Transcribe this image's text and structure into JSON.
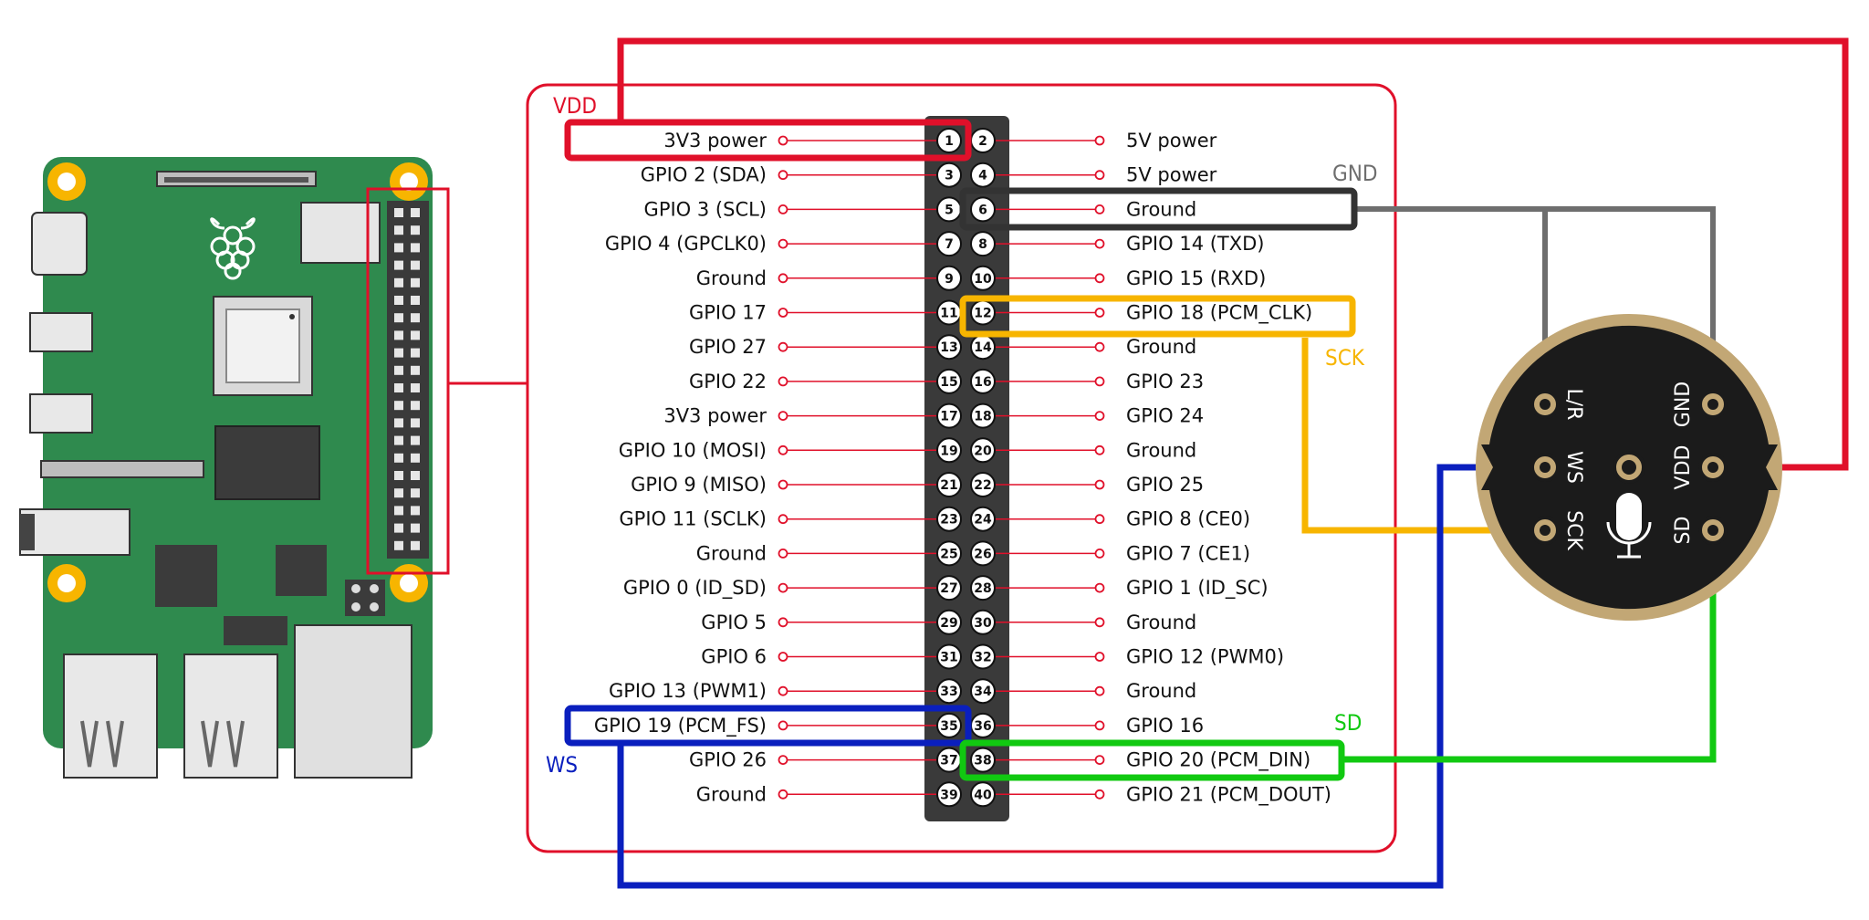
{
  "colors": {
    "vdd": "#e0102a",
    "gnd": "#333333",
    "gnd_wire": "#6e6e6e",
    "sck": "#f7b500",
    "ws": "#0a1fbe",
    "sd": "#11c911",
    "board": "#2f8a4e",
    "header": "#3a3a3a",
    "mic_ring": "#c2a775",
    "mic_body": "#1b1b1b"
  },
  "tags": {
    "vdd": "VDD",
    "gnd": "GND",
    "sck": "SCK",
    "ws": "WS",
    "sd": "SD"
  },
  "pins": [
    {
      "n": "1",
      "label": "3V3 power"
    },
    {
      "n": "2",
      "label": "5V power"
    },
    {
      "n": "3",
      "label": "GPIO 2 (SDA)"
    },
    {
      "n": "4",
      "label": "5V power"
    },
    {
      "n": "5",
      "label": "GPIO 3 (SCL)"
    },
    {
      "n": "6",
      "label": "Ground"
    },
    {
      "n": "7",
      "label": "GPIO 4 (GPCLK0)"
    },
    {
      "n": "8",
      "label": "GPIO 14 (TXD)"
    },
    {
      "n": "9",
      "label": "Ground"
    },
    {
      "n": "10",
      "label": "GPIO 15 (RXD)"
    },
    {
      "n": "11",
      "label": "GPIO 17"
    },
    {
      "n": "12",
      "label": "GPIO 18 (PCM_CLK)"
    },
    {
      "n": "13",
      "label": "GPIO 27"
    },
    {
      "n": "14",
      "label": "Ground"
    },
    {
      "n": "15",
      "label": "GPIO 22"
    },
    {
      "n": "16",
      "label": "GPIO 23"
    },
    {
      "n": "17",
      "label": "3V3 power"
    },
    {
      "n": "18",
      "label": "GPIO 24"
    },
    {
      "n": "19",
      "label": "GPIO 10 (MOSI)"
    },
    {
      "n": "20",
      "label": "Ground"
    },
    {
      "n": "21",
      "label": "GPIO 9 (MISO)"
    },
    {
      "n": "22",
      "label": "GPIO 25"
    },
    {
      "n": "23",
      "label": "GPIO 11 (SCLK)"
    },
    {
      "n": "24",
      "label": "GPIO 8 (CE0)"
    },
    {
      "n": "25",
      "label": "Ground"
    },
    {
      "n": "26",
      "label": "GPIO 7 (CE1)"
    },
    {
      "n": "27",
      "label": "GPIO 0 (ID_SD)"
    },
    {
      "n": "28",
      "label": "GPIO 1 (ID_SC)"
    },
    {
      "n": "29",
      "label": "GPIO 5"
    },
    {
      "n": "30",
      "label": "Ground"
    },
    {
      "n": "31",
      "label": "GPIO 6"
    },
    {
      "n": "32",
      "label": "GPIO 12 (PWM0)"
    },
    {
      "n": "33",
      "label": "GPIO 13 (PWM1)"
    },
    {
      "n": "34",
      "label": "Ground"
    },
    {
      "n": "35",
      "label": "GPIO 19 (PCM_FS)"
    },
    {
      "n": "36",
      "label": "GPIO 16"
    },
    {
      "n": "37",
      "label": "GPIO 26"
    },
    {
      "n": "38",
      "label": "GPIO 20 (PCM_DIN)"
    },
    {
      "n": "39",
      "label": "Ground"
    },
    {
      "n": "40",
      "label": "GPIO 21 (PCM_DOUT)"
    }
  ],
  "mic": {
    "lr": "L/R",
    "ws": "WS",
    "sck": "SCK",
    "gnd": "GND",
    "vdd": "VDD",
    "sd": "SD"
  }
}
